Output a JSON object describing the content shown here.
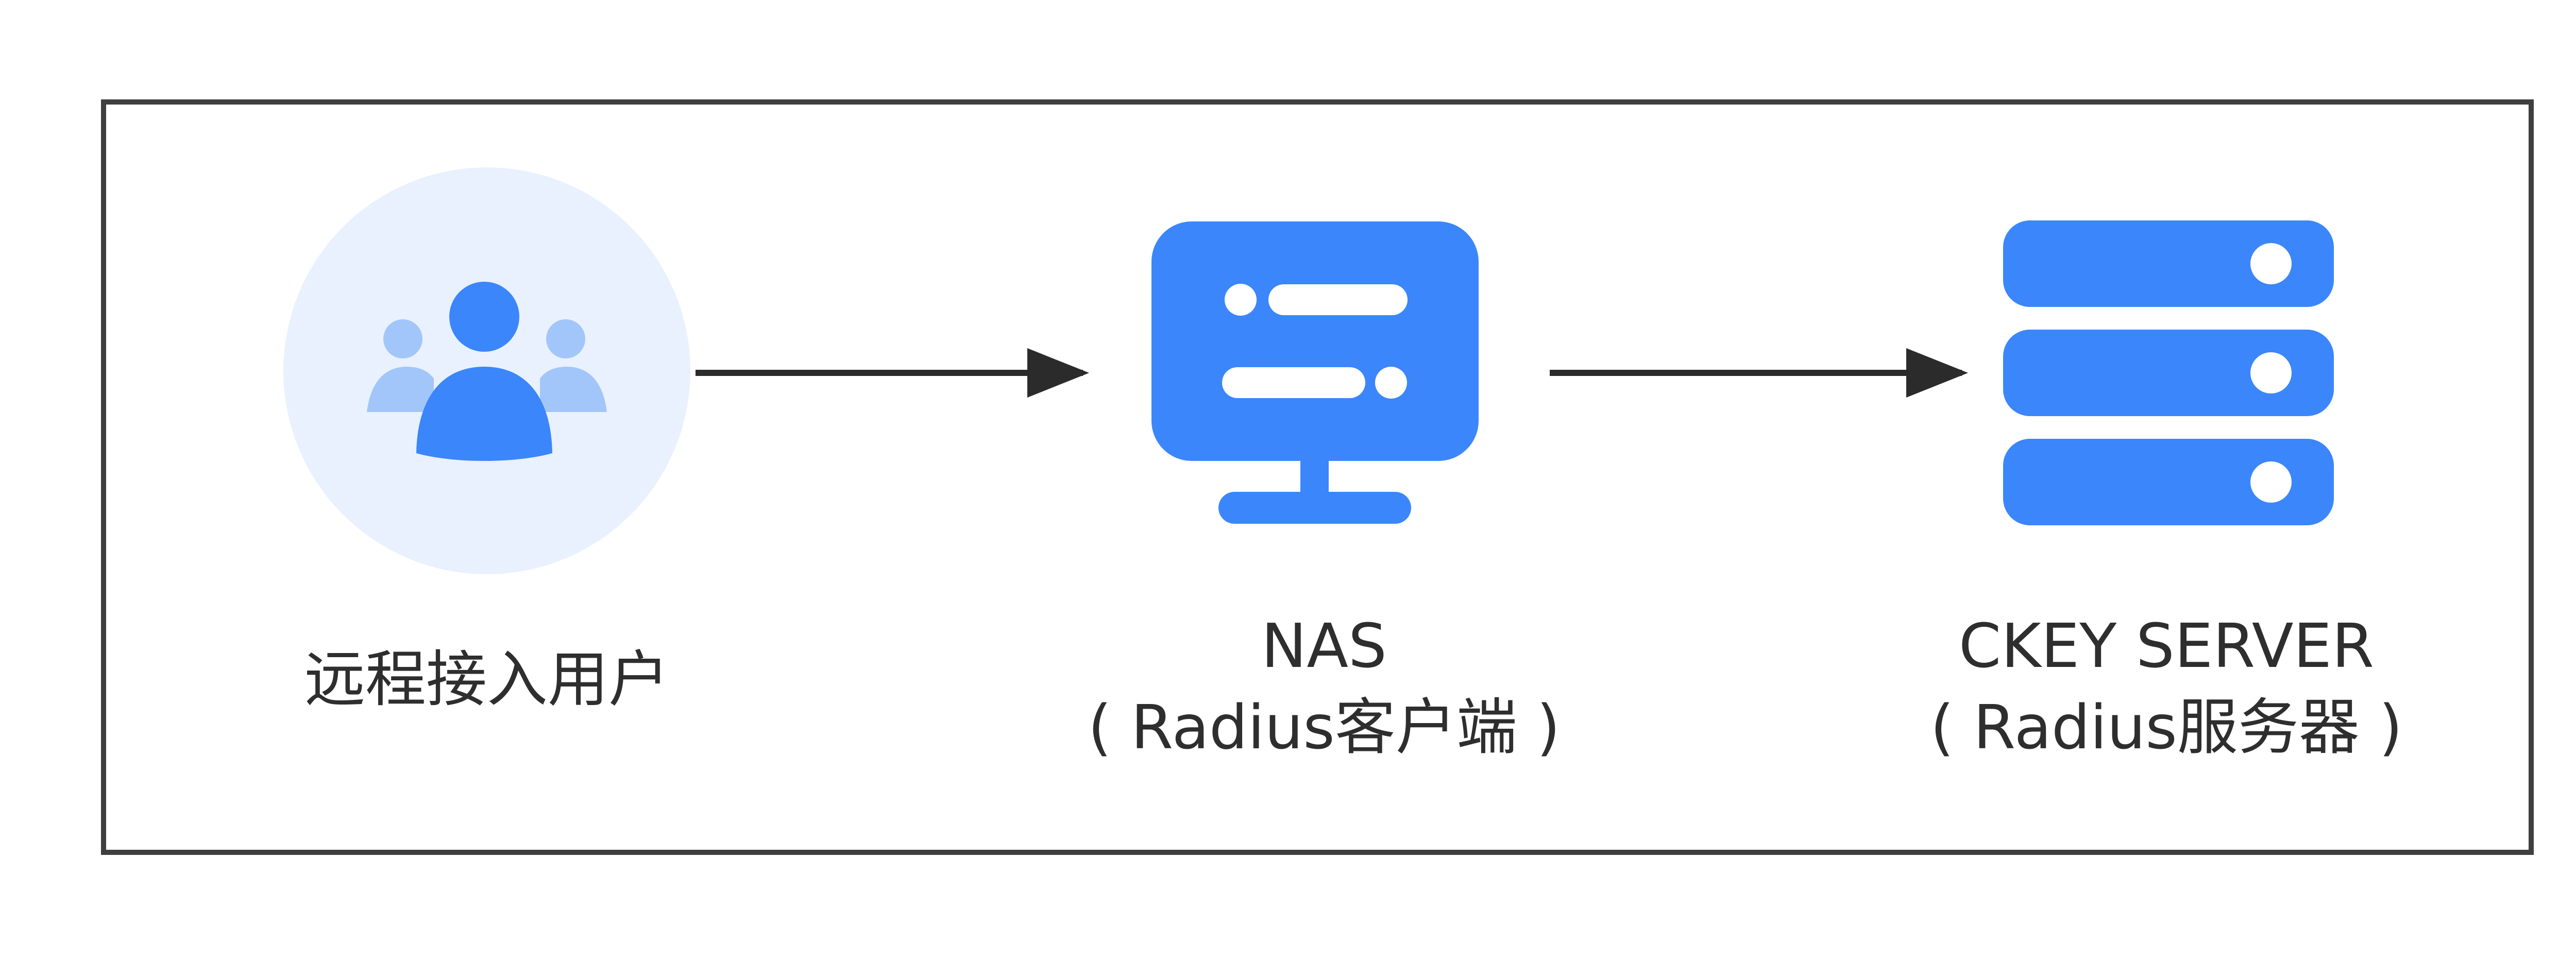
{
  "diagram": {
    "nodes": [
      {
        "id": "remote-user",
        "icon": "users-icon",
        "label_lines": [
          "远程接入用户"
        ]
      },
      {
        "id": "nas",
        "icon": "monitor-icon",
        "label_lines": [
          "NAS",
          "( Radius客户端 )"
        ]
      },
      {
        "id": "ckey-server",
        "icon": "server-stack-icon",
        "label_lines": [
          "CKEY SERVER",
          "( Radius服务器 )"
        ]
      }
    ],
    "edges": [
      {
        "from": "remote-user",
        "to": "nas"
      },
      {
        "from": "nas",
        "to": "ckey-server"
      }
    ],
    "colors": {
      "icon_blue": "#3b86fb",
      "icon_light_blue": "#a3c6fa",
      "circle_bg": "#e9f1fe",
      "arrow": "#2b2b2b",
      "border": "#3f3f3f",
      "text": "#2e2e2e"
    }
  }
}
